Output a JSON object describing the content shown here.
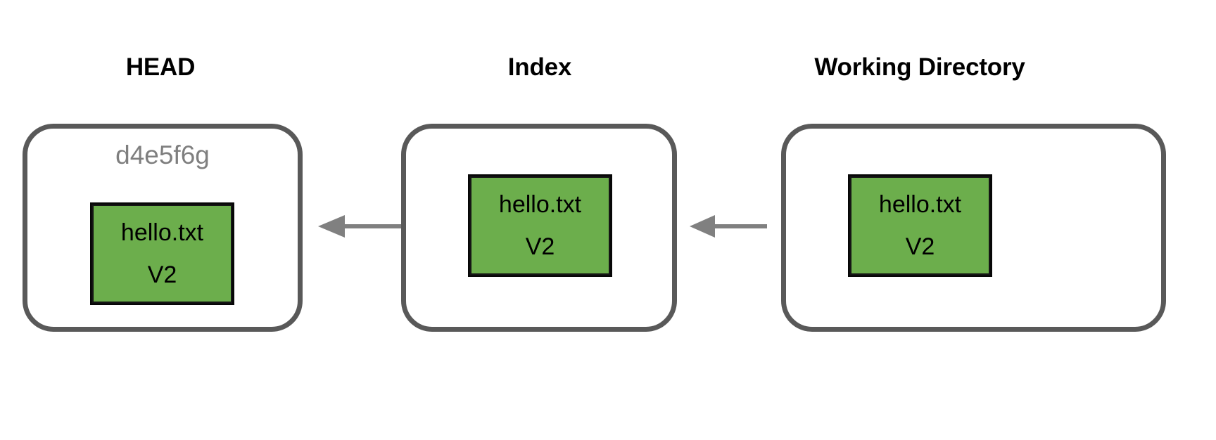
{
  "diagram": {
    "title_head": "HEAD",
    "title_index": "Index",
    "title_working_directory": "Working Directory",
    "colors": {
      "panel_border": "#595959",
      "file_fill": "#6cae4c",
      "file_border": "#000000",
      "arrow": "#808080",
      "hash_text": "#7f7f7f",
      "title_text": "#000000",
      "background": "#ffffff"
    },
    "columns": [
      {
        "key": "head",
        "title": "HEAD",
        "commit_hash": "d4e5f6g",
        "file": {
          "name": "hello.txt",
          "version": "V2"
        }
      },
      {
        "key": "index",
        "title": "Index",
        "commit_hash": "",
        "file": {
          "name": "hello.txt",
          "version": "V2"
        }
      },
      {
        "key": "working_directory",
        "title": "Working Directory",
        "commit_hash": "",
        "file": {
          "name": "hello.txt",
          "version": "V2"
        }
      }
    ],
    "arrows": [
      {
        "key": "index-to-head",
        "from": "Index",
        "to": "HEAD",
        "direction": "left"
      },
      {
        "key": "working-directory-to-index",
        "from": "Working Directory",
        "to": "Index",
        "direction": "left"
      }
    ]
  }
}
